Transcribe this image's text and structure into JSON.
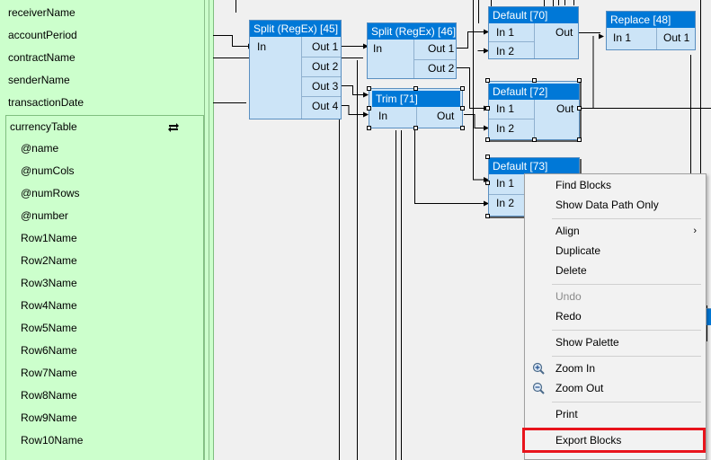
{
  "schema_panel": {
    "fields": [
      "receiverName",
      "accountPeriod",
      "contractName",
      "senderName",
      "transactionDate"
    ],
    "currency_table": {
      "title": "currencyTable",
      "icon": "loop-icon",
      "children": [
        "@name",
        "@numCols",
        "@numRows",
        "@number",
        "Row1Name",
        "Row2Name",
        "Row3Name",
        "Row4Name",
        "Row5Name",
        "Row6Name",
        "Row7Name",
        "Row8Name",
        "Row9Name",
        "Row10Name"
      ]
    }
  },
  "blocks": {
    "split45": {
      "title": "Split (RegEx) [45]",
      "in": "In",
      "outs": [
        "Out 1",
        "Out 2",
        "Out 3",
        "Out 4"
      ]
    },
    "split46": {
      "title": "Split (RegEx) [46]",
      "in": "In",
      "outs": [
        "Out 1",
        "Out 2"
      ]
    },
    "trim71": {
      "title": "Trim [71]",
      "in": "In",
      "out": "Out"
    },
    "default70": {
      "title": "Default [70]",
      "ins": [
        "In 1",
        "In 2"
      ],
      "out": "Out"
    },
    "default72": {
      "title": "Default [72]",
      "ins": [
        "In 1",
        "In 2"
      ],
      "out": "Out"
    },
    "default73": {
      "title": "Default [73]",
      "ins": [
        "In 1",
        "In 2"
      ]
    },
    "replace48": {
      "title": "Replace [48]",
      "in": "In 1",
      "out": "Out 1"
    }
  },
  "context_menu": {
    "find_blocks": "Find Blocks",
    "show_data_path_only": "Show Data Path Only",
    "align": "Align",
    "duplicate": "Duplicate",
    "delete": "Delete",
    "undo": "Undo",
    "redo": "Redo",
    "show_palette": "Show Palette",
    "zoom_in": "Zoom In",
    "zoom_out": "Zoom Out",
    "print": "Print",
    "export_blocks": "Export Blocks",
    "submenu_arrow": "›"
  },
  "colors": {
    "panel_bg": "#ccffcc",
    "block_bg": "#cce4f7",
    "block_title_bg": "#0078d7",
    "highlight": "#e8141c"
  }
}
